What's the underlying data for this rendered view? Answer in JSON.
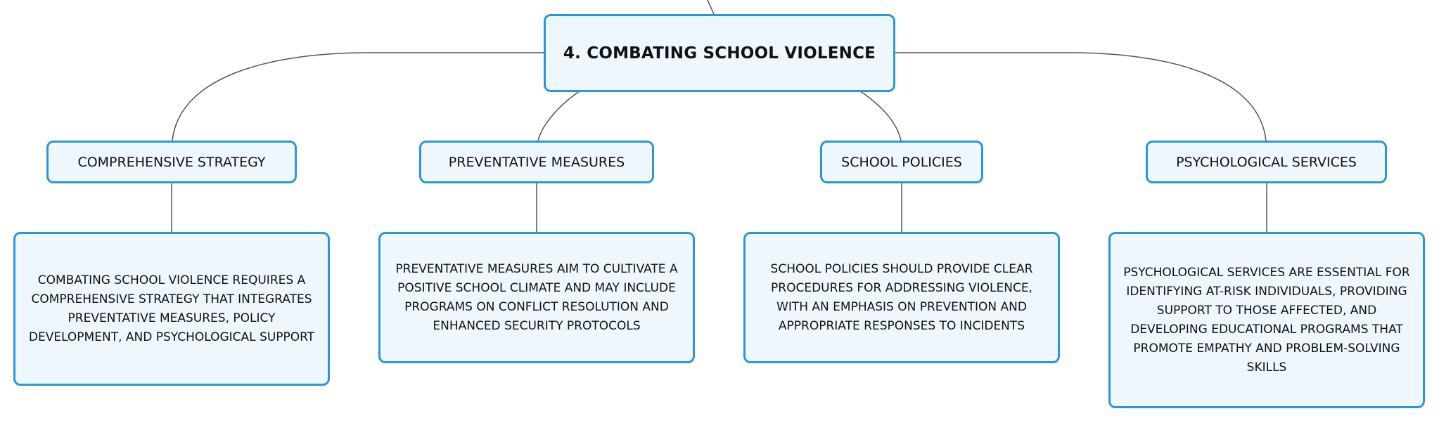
{
  "colors": {
    "node_border": "#2b97d5",
    "node_fill": "#eef7fd",
    "connector": "#555555",
    "text": "#111111"
  },
  "root": {
    "label": "4. COMBATING SCHOOL VIOLENCE"
  },
  "branches": [
    {
      "label": "COMPREHENSIVE STRATEGY",
      "detail": "COMBATING SCHOOL VIOLENCE REQUIRES A COMPREHENSIVE STRATEGY THAT INTEGRATES PREVENTATIVE MEASURES, POLICY DEVELOPMENT, AND PSYCHOLOGICAL SUPPORT"
    },
    {
      "label": "PREVENTATIVE MEASURES",
      "detail": "PREVENTATIVE MEASURES AIM TO CULTIVATE A POSITIVE SCHOOL CLIMATE AND MAY INCLUDE PROGRAMS ON CONFLICT RESOLUTION AND ENHANCED SECURITY PROTOCOLS"
    },
    {
      "label": "SCHOOL POLICIES",
      "detail": "SCHOOL POLICIES SHOULD PROVIDE CLEAR PROCEDURES FOR ADDRESSING VIOLENCE, WITH AN EMPHASIS ON PREVENTION AND APPROPRIATE RESPONSES TO INCIDENTS"
    },
    {
      "label": "PSYCHOLOGICAL SERVICES",
      "detail": "PSYCHOLOGICAL SERVICES ARE ESSENTIAL FOR IDENTIFYING AT-RISK INDIVIDUALS, PROVIDING SUPPORT TO THOSE AFFECTED, AND DEVELOPING EDUCATIONAL PROGRAMS THAT PROMOTE EMPATHY AND PROBLEM-SOLVING SKILLS"
    }
  ]
}
